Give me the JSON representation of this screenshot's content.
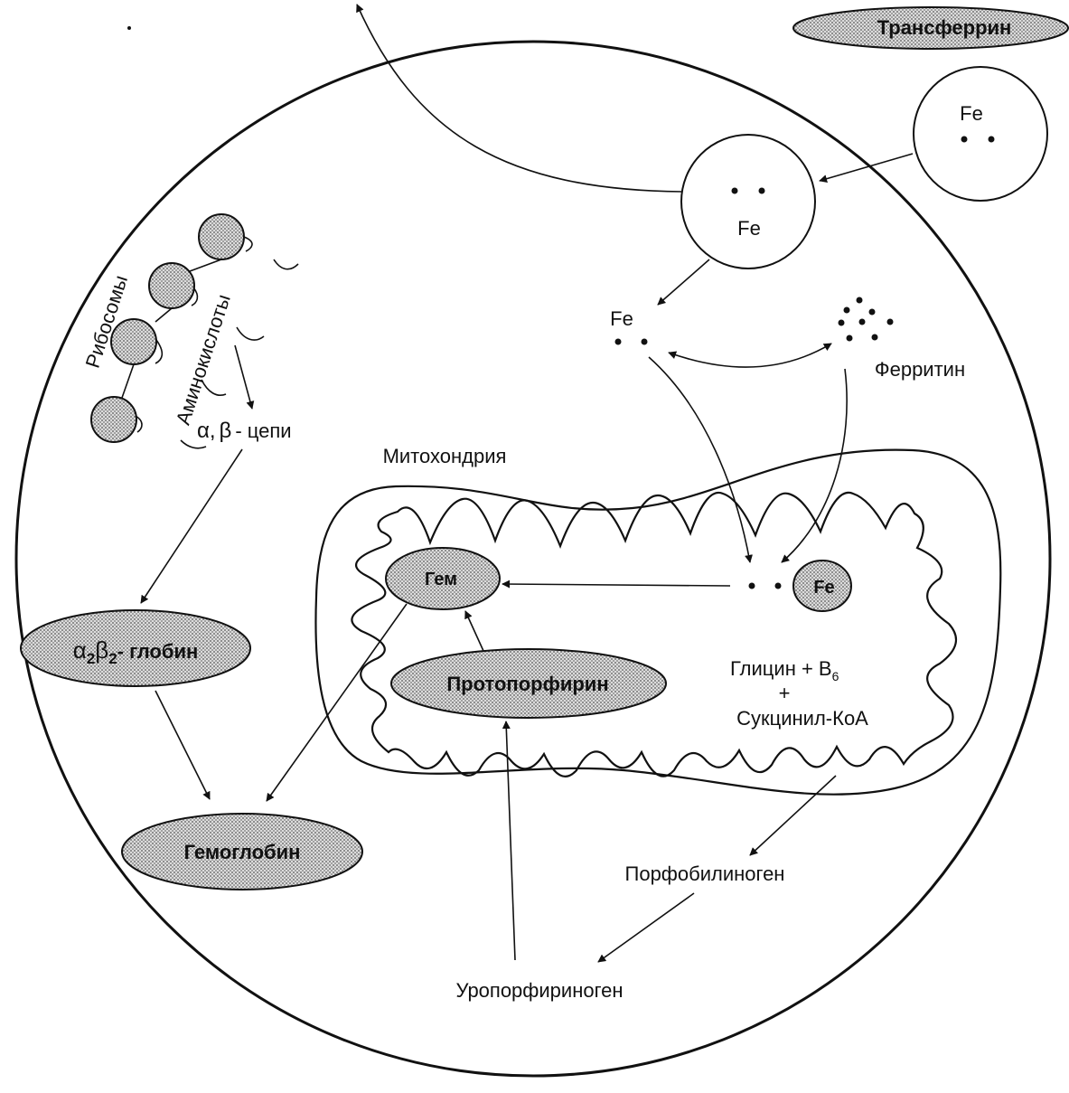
{
  "labels": {
    "transferrin": "Трансферрин",
    "fe_outer": "Fe",
    "fe_vesicle": "Fe",
    "fe_free": "Fe",
    "ferritin": "Ферритин",
    "ribosomes": "Рибосомы",
    "amino_acids": "Аминокислоты",
    "chains_alpha": "α",
    "chains_comma": ",",
    "chains_beta": "β",
    "chains_suffix": "- цепи",
    "globin_alpha": "α",
    "globin_sub1": "2",
    "globin_beta": "β",
    "globin_sub2": "2",
    "globin_suffix": "- глобин",
    "mitochondria": "Митохондрия",
    "heme": "Гем",
    "fe_mito": "Fe",
    "protoporphyrin": "Протопорфирин",
    "glycine": "Глицин  +  B",
    "b6_sub": "6",
    "plus": "+",
    "succinyl": "Сукцинил-КоА",
    "hemoglobin": "Гемоглобин",
    "porphobilinogen": "Порфобилиноген",
    "uroporphyrinogen": "Уропорфириноген"
  }
}
